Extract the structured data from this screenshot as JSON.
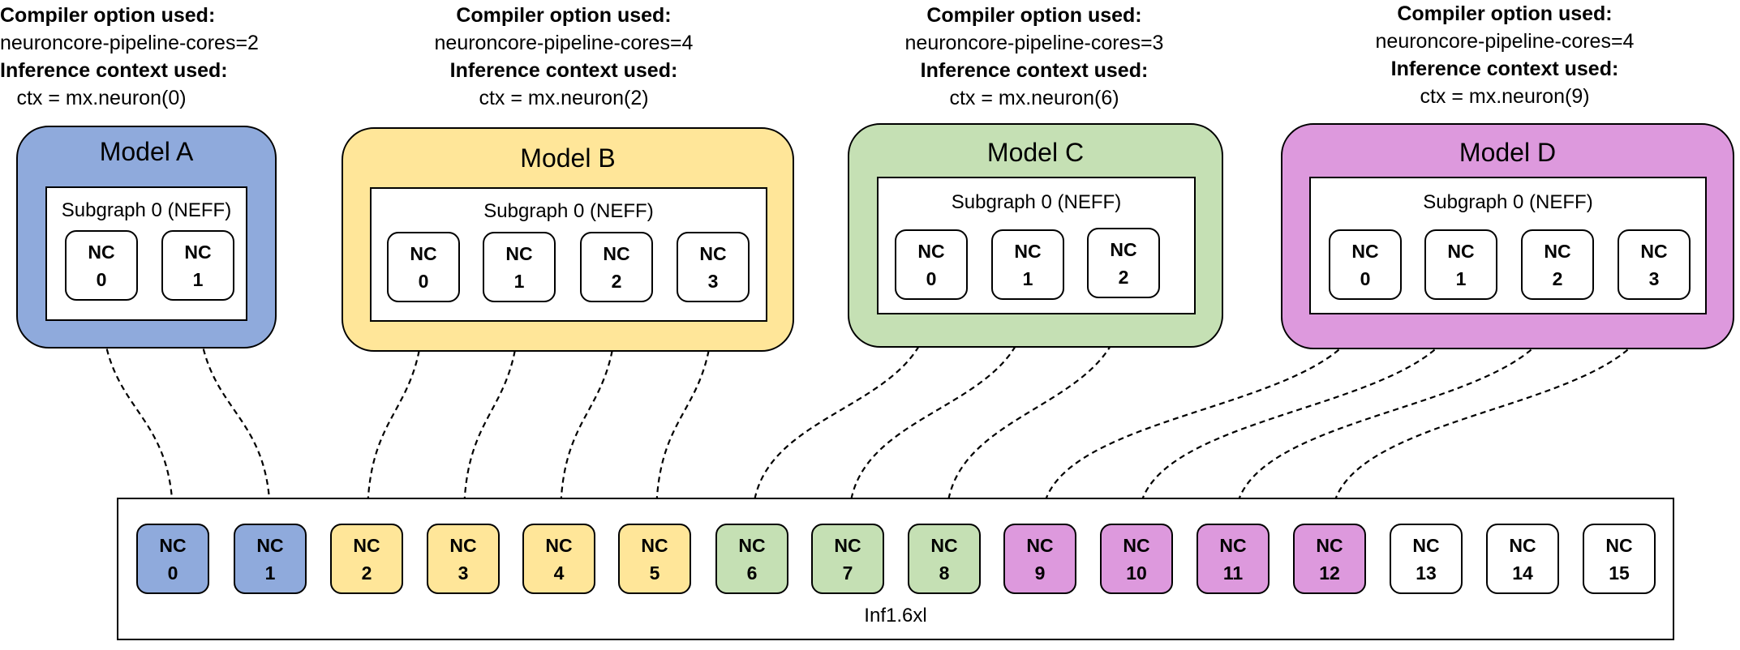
{
  "colors": {
    "blue": "#8faadc",
    "yellow": "#ffe699",
    "green": "#c5e0b4",
    "magenta": "#dd99dd",
    "white": "#ffffff"
  },
  "captions": [
    {
      "opt_label": "Compiler option used:",
      "opt_value": "neuroncore-pipeline-cores=2",
      "ctx_label": "Inference context used:",
      "ctx_value": "ctx = mx.neuron(0)"
    },
    {
      "opt_label": "Compiler option used:",
      "opt_value": "neuroncore-pipeline-cores=4",
      "ctx_label": "Inference context used:",
      "ctx_value": "ctx = mx.neuron(2)"
    },
    {
      "opt_label": "Compiler option used:",
      "opt_value": "neuroncore-pipeline-cores=3",
      "ctx_label": "Inference context used:",
      "ctx_value": "ctx = mx.neuron(6)"
    },
    {
      "opt_label": "Compiler option used:",
      "opt_value": "neuroncore-pipeline-cores=4",
      "ctx_label": "Inference context used:",
      "ctx_value": "ctx = mx.neuron(9)"
    }
  ],
  "models": [
    {
      "title": "Model A",
      "subgraph": "Subgraph 0 (NEFF)",
      "color": "blue",
      "cores": [
        {
          "l1": "NC",
          "l2": "0"
        },
        {
          "l1": "NC",
          "l2": "1"
        }
      ]
    },
    {
      "title": "Model B",
      "subgraph": "Subgraph 0 (NEFF)",
      "color": "yellow",
      "cores": [
        {
          "l1": "NC",
          "l2": "0"
        },
        {
          "l1": "NC",
          "l2": "1"
        },
        {
          "l1": "NC",
          "l2": "2"
        },
        {
          "l1": "NC",
          "l2": "3"
        }
      ]
    },
    {
      "title": "Model C",
      "subgraph": "Subgraph 0 (NEFF)",
      "color": "green",
      "cores": [
        {
          "l1": "NC",
          "l2": "0"
        },
        {
          "l1": "NC",
          "l2": "1"
        },
        {
          "l1": "NC",
          "l2": "2"
        }
      ]
    },
    {
      "title": "Model D",
      "subgraph": "Subgraph 0 (NEFF)",
      "color": "magenta",
      "cores": [
        {
          "l1": "NC",
          "l2": "0"
        },
        {
          "l1": "NC",
          "l2": "1"
        },
        {
          "l1": "NC",
          "l2": "2"
        },
        {
          "l1": "NC",
          "l2": "3"
        }
      ]
    }
  ],
  "instance": {
    "label": "Inf1.6xl",
    "cores": [
      {
        "l1": "NC",
        "l2": "0",
        "color": "blue"
      },
      {
        "l1": "NC",
        "l2": "1",
        "color": "blue"
      },
      {
        "l1": "NC",
        "l2": "2",
        "color": "yellow"
      },
      {
        "l1": "NC",
        "l2": "3",
        "color": "yellow"
      },
      {
        "l1": "NC",
        "l2": "4",
        "color": "yellow"
      },
      {
        "l1": "NC",
        "l2": "5",
        "color": "yellow"
      },
      {
        "l1": "NC",
        "l2": "6",
        "color": "green"
      },
      {
        "l1": "NC",
        "l2": "7",
        "color": "green"
      },
      {
        "l1": "NC",
        "l2": "8",
        "color": "green"
      },
      {
        "l1": "NC",
        "l2": "9",
        "color": "magenta"
      },
      {
        "l1": "NC",
        "l2": "10",
        "color": "magenta"
      },
      {
        "l1": "NC",
        "l2": "11",
        "color": "magenta"
      },
      {
        "l1": "NC",
        "l2": "12",
        "color": "magenta"
      },
      {
        "l1": "NC",
        "l2": "13",
        "color": "white"
      },
      {
        "l1": "NC",
        "l2": "14",
        "color": "white"
      },
      {
        "l1": "NC",
        "l2": "15",
        "color": "white"
      }
    ]
  }
}
